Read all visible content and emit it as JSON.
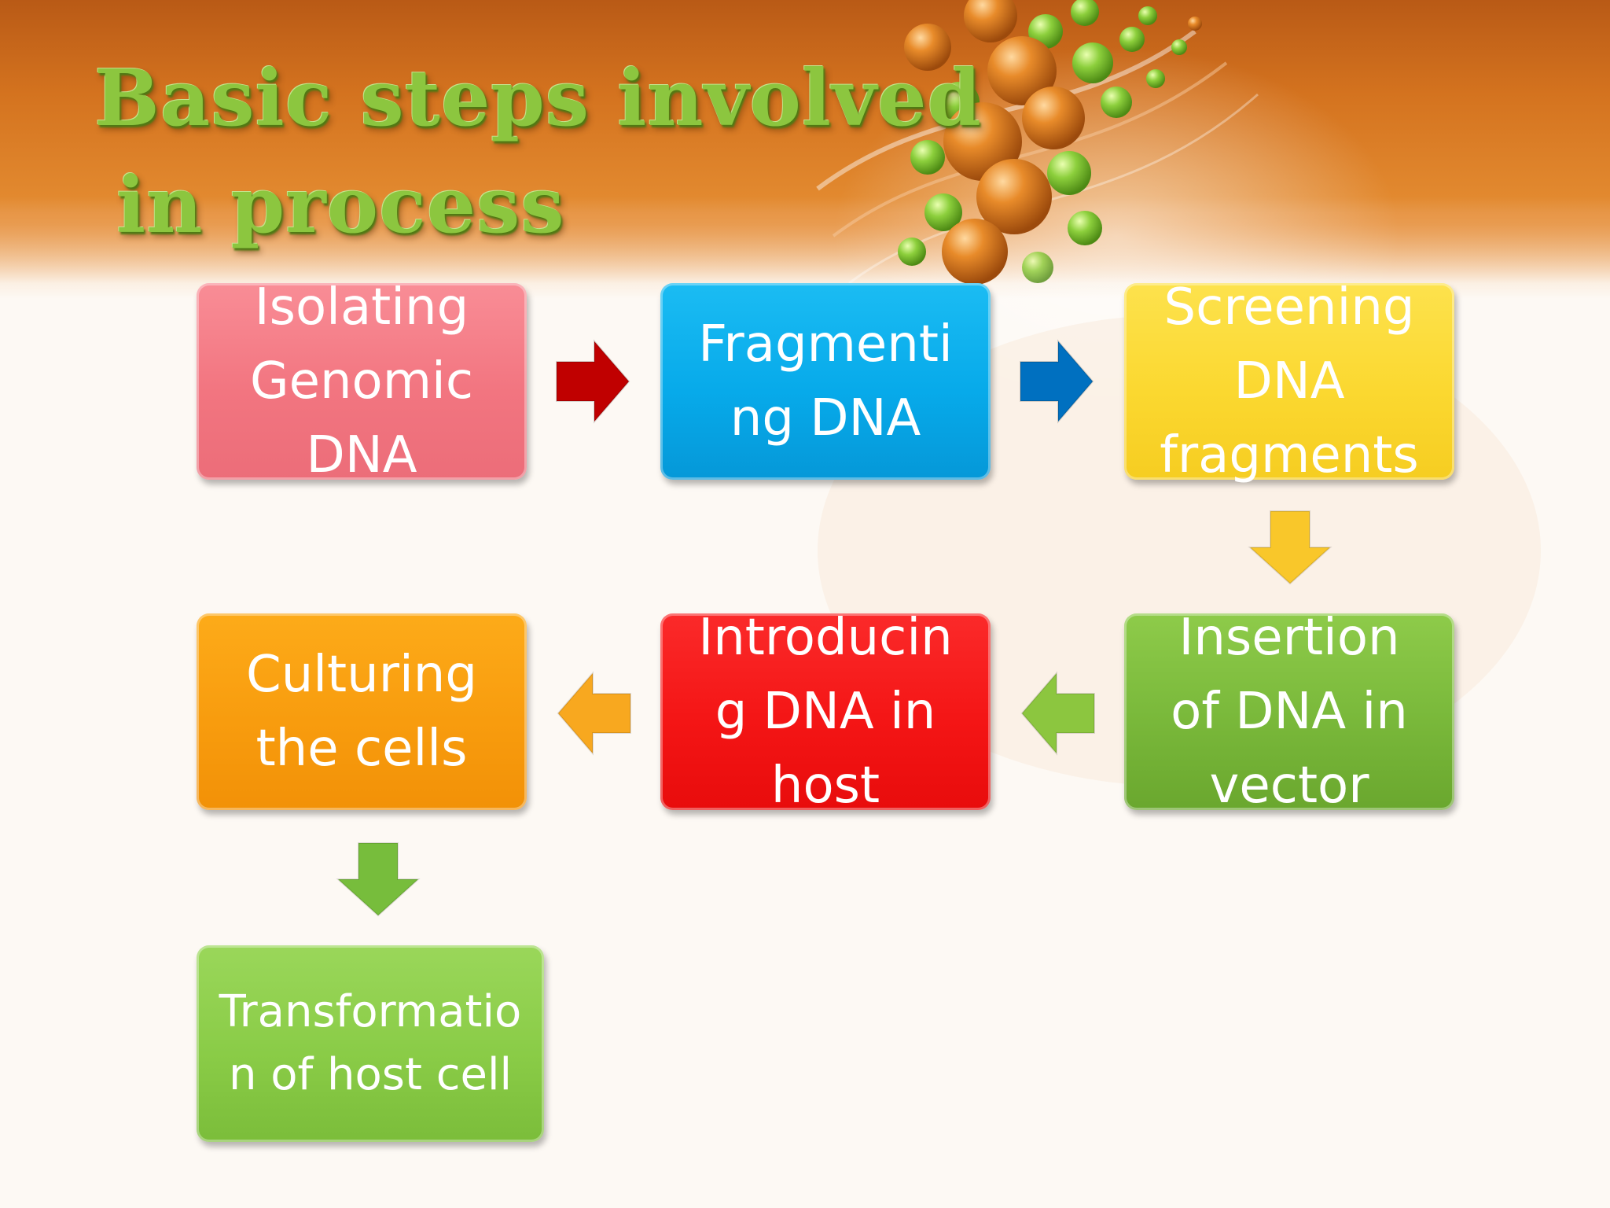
{
  "slide": {
    "title_line1": "Basic steps involved",
    "title_line2": "in process"
  },
  "steps": [
    {
      "label": "Isolating\nGenomic\nDNA",
      "color": "#f27580"
    },
    {
      "label": "Fragmenti\nng DNA",
      "color": "#07aaea"
    },
    {
      "label": "Screening\nDNA\nfragments",
      "color": "#fbd830"
    },
    {
      "label": "Insertion\nof DNA in\nvector",
      "color": "#79b83a"
    },
    {
      "label": "Introducin\ng DNA in\nhost",
      "color": "#f41515"
    },
    {
      "label": "Culturing\nthe cells",
      "color": "#f89c0e"
    },
    {
      "label": "Transformatio\nn of host cell",
      "color": "#8acc47"
    }
  ],
  "arrow_colors": {
    "step1_to_step2": "#c00000",
    "step2_to_step3": "#0070c0",
    "step3_to_step4": "#f9c72a",
    "step4_to_step5": "#8cc63f",
    "step5_to_step6": "#f8a81f",
    "step6_to_step7": "#77bd3c"
  },
  "theme": {
    "header_band": "#d4731f",
    "title_color": "#8cc63f",
    "text_color": "#ffffff"
  }
}
